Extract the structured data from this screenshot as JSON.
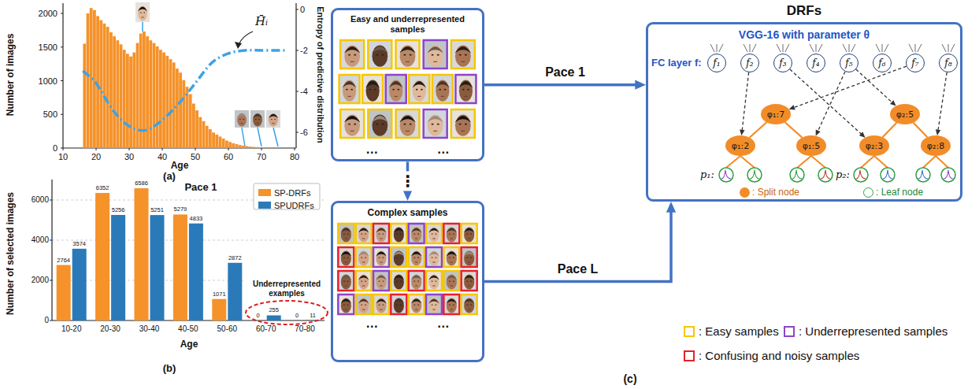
{
  "diagram": {
    "nodes": [
      {
        "text": [
          "Easy and underrepresented samples",
          "…",
          "…"
        ]
      },
      {
        "text": [
          "Complex samples",
          "…",
          "…"
        ]
      },
      {
        "text": [
          "DRFs",
          "VGG-16 with parameter θ",
          "FC layer f:"
        ]
      },
      {
        "text": [
          "f₁"
        ],
        "in": 2
      },
      {
        "text": [
          "f₂"
        ],
        "in": 2
      },
      {
        "text": [
          "f₃"
        ],
        "in": 2
      },
      {
        "text": [
          "f₄"
        ],
        "in": 2
      },
      {
        "text": [
          "f₅"
        ],
        "in": 2
      },
      {
        "text": [
          "f₆"
        ],
        "in": 2
      },
      {
        "text": [
          "f₇"
        ],
        "in": 2
      },
      {
        "text": [
          "f₈"
        ],
        "in": 2
      },
      {
        "text": [
          "φ₁:7"
        ],
        "in": 2
      },
      {
        "text": [
          "φ₂:5"
        ],
        "in": 2
      },
      {
        "text": [
          "φ₁:2"
        ],
        "in": 2
      },
      {
        "text": [
          "φ₁:5"
        ],
        "in": 2
      },
      {
        "text": [
          "φ₂:3"
        ],
        "in": 2
      },
      {
        "text": [
          "φ₂:8"
        ],
        "in": 2
      }
    ],
    "edges": [
      {
        "from": 0,
        "to": 2,
        "arrow": "to",
        "label": "Pace 1"
      },
      {
        "from": 0,
        "to": 1,
        "arrow": "to",
        "label": "⋮"
      },
      {
        "from": 1,
        "to": 2,
        "arrow": "to",
        "label": "Pace L"
      },
      {
        "from": 9,
        "to": 11,
        "arrow": "to"
      },
      {
        "from": 7,
        "to": 12,
        "arrow": "to"
      },
      {
        "from": 4,
        "to": 13,
        "arrow": "to"
      },
      {
        "from": 7,
        "to": 14,
        "arrow": "to"
      },
      {
        "from": 5,
        "to": 15,
        "arrow": "to"
      },
      {
        "from": 10,
        "to": 16,
        "arrow": "to"
      },
      {
        "from": 11,
        "to": 13,
        "arrow": "none"
      },
      {
        "from": 11,
        "to": 14,
        "arrow": "none"
      },
      {
        "from": 12,
        "to": 15,
        "arrow": "none"
      },
      {
        "from": 12,
        "to": 16,
        "arrow": "none"
      }
    ],
    "labels": [
      "Number of images",
      "Entropy of predictive distribution",
      "H̄ᵢ",
      "0",
      "500",
      "1000",
      "1500",
      "2000",
      "0",
      "-2",
      "-4",
      "-6",
      "10",
      "20",
      "30",
      "40",
      "50",
      "60",
      "70",
      "80",
      "Age",
      "(a)",
      "Number of selected images",
      "0",
      "2000",
      "4000",
      "6000",
      "Pace 1",
      "2764",
      "3574",
      "6352",
      "5256",
      "6586",
      "5251",
      "5279",
      "4833",
      "1071",
      "2872",
      "0",
      "255",
      "0",
      "11",
      "10-20",
      "20-30",
      "30-40",
      "40-50",
      "50-60",
      "60-70",
      "70-80",
      "Underrepresented examples",
      "Age",
      "(b)",
      "p₁:",
      "p₂:",
      "(c)"
    ],
    "legend": [
      {
        "text": "SP-DRFs",
        "color": "#f5922a"
      },
      {
        "text": "SPUDRFs",
        "color": "#2a7ab9"
      },
      {
        "text": ": Split node",
        "color": "#f28c28"
      },
      {
        "text": ": Leaf node"
      },
      {
        "text": ": Easy samples",
        "color": "#f7c600"
      },
      {
        "text": ": Underrepresented samples",
        "color": "#8e44c8"
      },
      {
        "text": ": Confusing and noisy samples",
        "color": "#e8202a"
      }
    ]
  }
}
